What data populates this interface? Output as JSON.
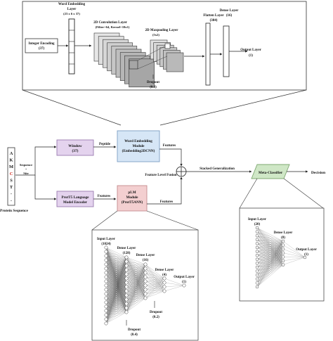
{
  "cnn_module": {
    "word_embedding_layer": {
      "title": "Word Embedding",
      "title2": "Layer",
      "dims": "(23 x 6 x 37)"
    },
    "integer_encoding": {
      "title": "Integer Encoding",
      "value": "(37)"
    },
    "conv2d": {
      "title": "2D Convolution Layer",
      "params": "(Filter=64, Kernel=10x1)"
    },
    "maxpool": {
      "title": "2D Maxpooling Layer",
      "params": "(5x2)"
    },
    "dropout": {
      "title": "Dropout",
      "value": "(0.3)"
    },
    "flatten": {
      "title": "Flatten Layer",
      "value": "(384)"
    },
    "dense": {
      "title": "Dense Layer",
      "value": "(16)"
    },
    "output": {
      "title": "Output Layer",
      "value": "(1)"
    }
  },
  "pipeline": {
    "sequence_letters": [
      "A",
      "K",
      "M",
      "C",
      "S",
      "T",
      "-",
      "-"
    ],
    "highlight_index": 3,
    "protein_sequence_label": "Protein Sequence",
    "sequence_label": "Sequence",
    "site_label": "Site",
    "window": {
      "title": "Window",
      "value": "(37)"
    },
    "peptide_label": "Peptide",
    "word_embedding_module": {
      "line1": "Word Embedding",
      "line2": "Module",
      "line3": "(Embedding2DCNN)"
    },
    "features_top": "Features",
    "protT5": {
      "line1": "ProtT5 Language",
      "line2": "Model Encoder"
    },
    "features_left": "Features",
    "plm": {
      "line1": "pLM",
      "line2": "Module",
      "line3": "(ProtT5ANN)"
    },
    "features_bottom": "Features",
    "fusion_label": "Feature Level Fusion",
    "fusion_symbol": "+",
    "stacked_label": "Stacked Generalization",
    "meta_classifier": "Meta-Classifier",
    "decision": "Decision"
  },
  "ann_module": {
    "input": {
      "title": "Input Layer",
      "value": "(1024)"
    },
    "dense1": {
      "title": "Dense Layer",
      "value": "(128)"
    },
    "dense2": {
      "title": "Dense Layer",
      "value": "(16)"
    },
    "dense3": {
      "title": "Dense Layer",
      "value": "(4)"
    },
    "output": {
      "title": "Output Layer",
      "value": "(1)"
    },
    "dropout1": {
      "title": "Dropout",
      "value": "(0.4)"
    },
    "dropout2": {
      "title": "Dropout",
      "value": "(0.2)"
    }
  },
  "meta_module": {
    "input": {
      "title": "Input Layer",
      "value": "(20)"
    },
    "dense": {
      "title": "Dense Layer",
      "value": "(8)"
    },
    "output": {
      "title": "Output Layer",
      "value": "(1)"
    }
  },
  "colors": {
    "window_fill": "#e4d3ee",
    "window_stroke": "#9a7bb0",
    "embed_fill": "#d6e6f6",
    "embed_stroke": "#7d9ec4",
    "plm_fill": "#f3cfd0",
    "plm_stroke": "#c48a8d",
    "meta_fill": "#cfe7c6",
    "meta_stroke": "#7fa872",
    "highlight": "#d0281c"
  }
}
